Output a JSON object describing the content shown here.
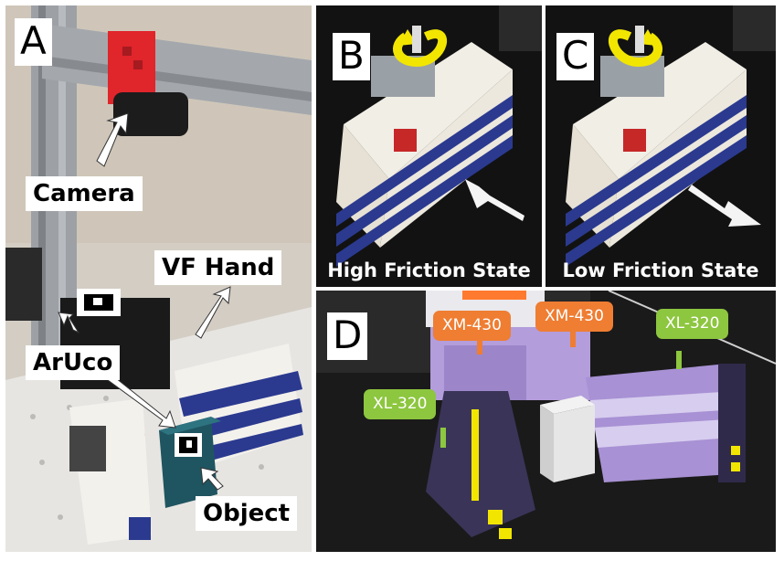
{
  "panels": {
    "a": {
      "letter": "A",
      "callouts": {
        "camera": "Camera",
        "vf_hand": "VF Hand",
        "aruco": "ArUco",
        "object": "Object"
      }
    },
    "b": {
      "letter": "B",
      "state": "High Friction State"
    },
    "c": {
      "letter": "C",
      "state": "Low Friction State"
    },
    "d": {
      "letter": "D",
      "motors": {
        "xm_left": "XM-430",
        "xm_right": "XM-430",
        "xl_right": "XL-320",
        "xl_left": "XL-320"
      }
    }
  },
  "colors": {
    "camera_mount": "#e0252b",
    "hand_blue": "#2b3a8f",
    "xm_tag": "#ef7d32",
    "xl_tag": "#8dc63f",
    "sim_purple": "#b39ddb",
    "yellow_arrow": "#f2e600"
  }
}
